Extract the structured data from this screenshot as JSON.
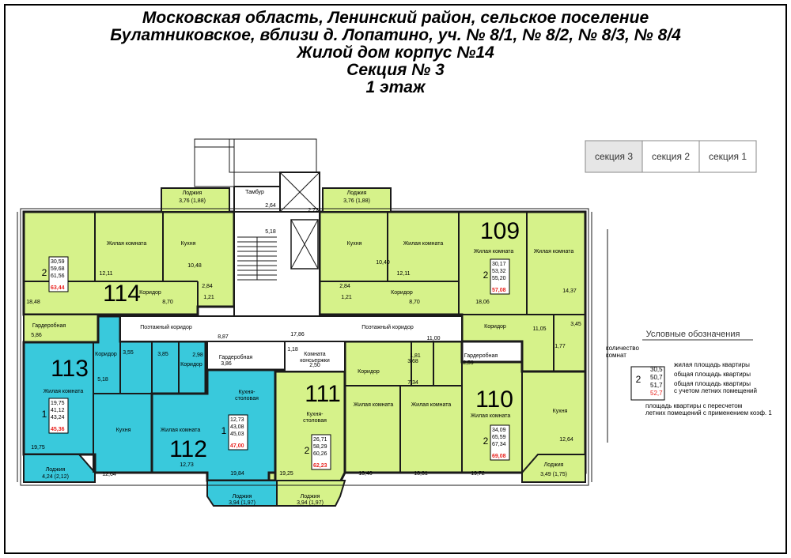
{
  "header": {
    "line1": "Московская область, Ленинский  район, сельское поселение",
    "line2": "Булатниковское, вблизи д. Лопатино, уч. № 8/1, № 8/2, № 8/3, № 8/4",
    "line3": "Жилой дом корпус №14",
    "line4": "Секция № 3",
    "line5": "1 этаж"
  },
  "key_plan": {
    "sections": [
      "секция 3",
      "секция 2",
      "секция 1"
    ],
    "active_index": 0
  },
  "apartments": [
    {
      "number": "114",
      "rooms": "2",
      "areas": [
        "30,59",
        "59,68",
        "61,56"
      ],
      "total": "63,44"
    },
    {
      "number": "113",
      "rooms": "1",
      "areas": [
        "19,75",
        "41,12",
        "43,24"
      ],
      "total": "45,36"
    },
    {
      "number": "112",
      "rooms": "1",
      "areas": [
        "12,73",
        "43,08",
        "45,03"
      ],
      "total": "47,00"
    },
    {
      "number": "111",
      "rooms": "2",
      "areas": [
        "26,71",
        "58,29",
        "60,26"
      ],
      "total": "62,23"
    },
    {
      "number": "110",
      "rooms": "2",
      "areas": [
        "34,09",
        "65,59",
        "67,34"
      ],
      "total": "69,08"
    },
    {
      "number": "109",
      "rooms": "2",
      "areas": [
        "30,17",
        "53,32",
        "55,20"
      ],
      "total": "57,08"
    }
  ],
  "room_labels": {
    "living": "Жилая комната",
    "kitchen": "Кухня",
    "kitchen_dining": "Кухня-\nстоловая",
    "corridor": "Коридор",
    "wardrobe": "Гардеробная",
    "loggia": "Лоджия",
    "vestibule": "Тамбур",
    "floor_corridor": "Поэтажный коридор",
    "concierge": "Комната\nконсьержки"
  },
  "loggia_areas": {
    "top_left": "3,76 (1,88)",
    "top_right": "3,76 (1,88)",
    "bottom_left": "4,24 (2,12)",
    "bottom_center_left": "3,94 (1,97)",
    "bottom_center_right": "3,94 (1,97)",
    "bottom_right": "3,49 (1,75)"
  },
  "room_areas": [
    "12,11",
    "10,48",
    "18,48",
    "2,84",
    "1,21",
    "8,70",
    "5,86",
    "2,64",
    "2,72",
    "5,18",
    "10,40",
    "12,11",
    "2,84",
    "1,21",
    "8,70",
    "18,06",
    "14,37",
    "11,05",
    "3,45",
    "1,77",
    "8,87",
    "17,86",
    "11,00",
    "1,18",
    "2,50",
    "3,55",
    "3,85",
    "2,98",
    "3,86",
    "5,18",
    "3,68",
    "7,34",
    "2,59",
    "19,75",
    "12,64",
    "12,73",
    "19,84",
    "19,25",
    "13,40",
    "13,31",
    "19,72",
    "12,64",
    "1,81"
  ],
  "legend": {
    "title": "Условные обозначения",
    "rooms_label": "количество\nкомнат",
    "rooms_value": "2",
    "values": [
      "30,5",
      "50,7",
      "51,7",
      "52,7"
    ],
    "desc": [
      "жилая площадь квартиры",
      "общая площадь квартиры",
      "общая площадь квартиры\nс учетом летних помещений",
      "площадь квартиры с пересчетом\nлетних помещений с применением коэф. 1"
    ]
  },
  "colors": {
    "green": "#d6f28a",
    "cyan": "#39c9dc",
    "white": "#ffffff",
    "wall": "#1a1a1a",
    "total_red": "#e8231f"
  }
}
